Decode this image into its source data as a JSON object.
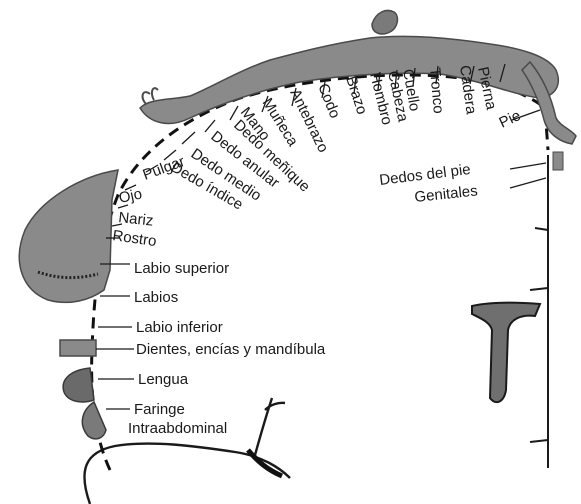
{
  "labels": {
    "pie": "Pie",
    "pierna": "Pierna",
    "cadera": "Cadera",
    "tronco": "Tronco",
    "cuello": "Cuello",
    "cabeza": "Cabeza",
    "hombro": "Hombro",
    "brazo": "Brazo",
    "codo": "Codo",
    "antebrazo": "Antebrazo",
    "muneca": "Muñeca",
    "mano": "Mano",
    "dedo_menique": "Dedo meñique",
    "dedo_anular": "Dedo anular",
    "dedo_medio": "Dedo medio",
    "dedo_indice": "Dedo índice",
    "pulgar": "Pulgar",
    "ojo": "Ojo",
    "nariz": "Nariz",
    "rostro": "Rostro",
    "labio_superior": "Labio superior",
    "labios": "Labios",
    "labio_inferior": "Labio inferior",
    "dientes": "Dientes, encías y mandíbula",
    "lengua": "Lengua",
    "faringe": "Faringe",
    "intraabdominal": "Intraabdominal",
    "dedos_del_pie": "Dedos del pie",
    "genitales": "Genitales"
  },
  "colors": {
    "figure_fill": "#8a8a8a",
    "figure_dark": "#4a4a4a",
    "outline": "#111111",
    "background": "#ffffff"
  }
}
